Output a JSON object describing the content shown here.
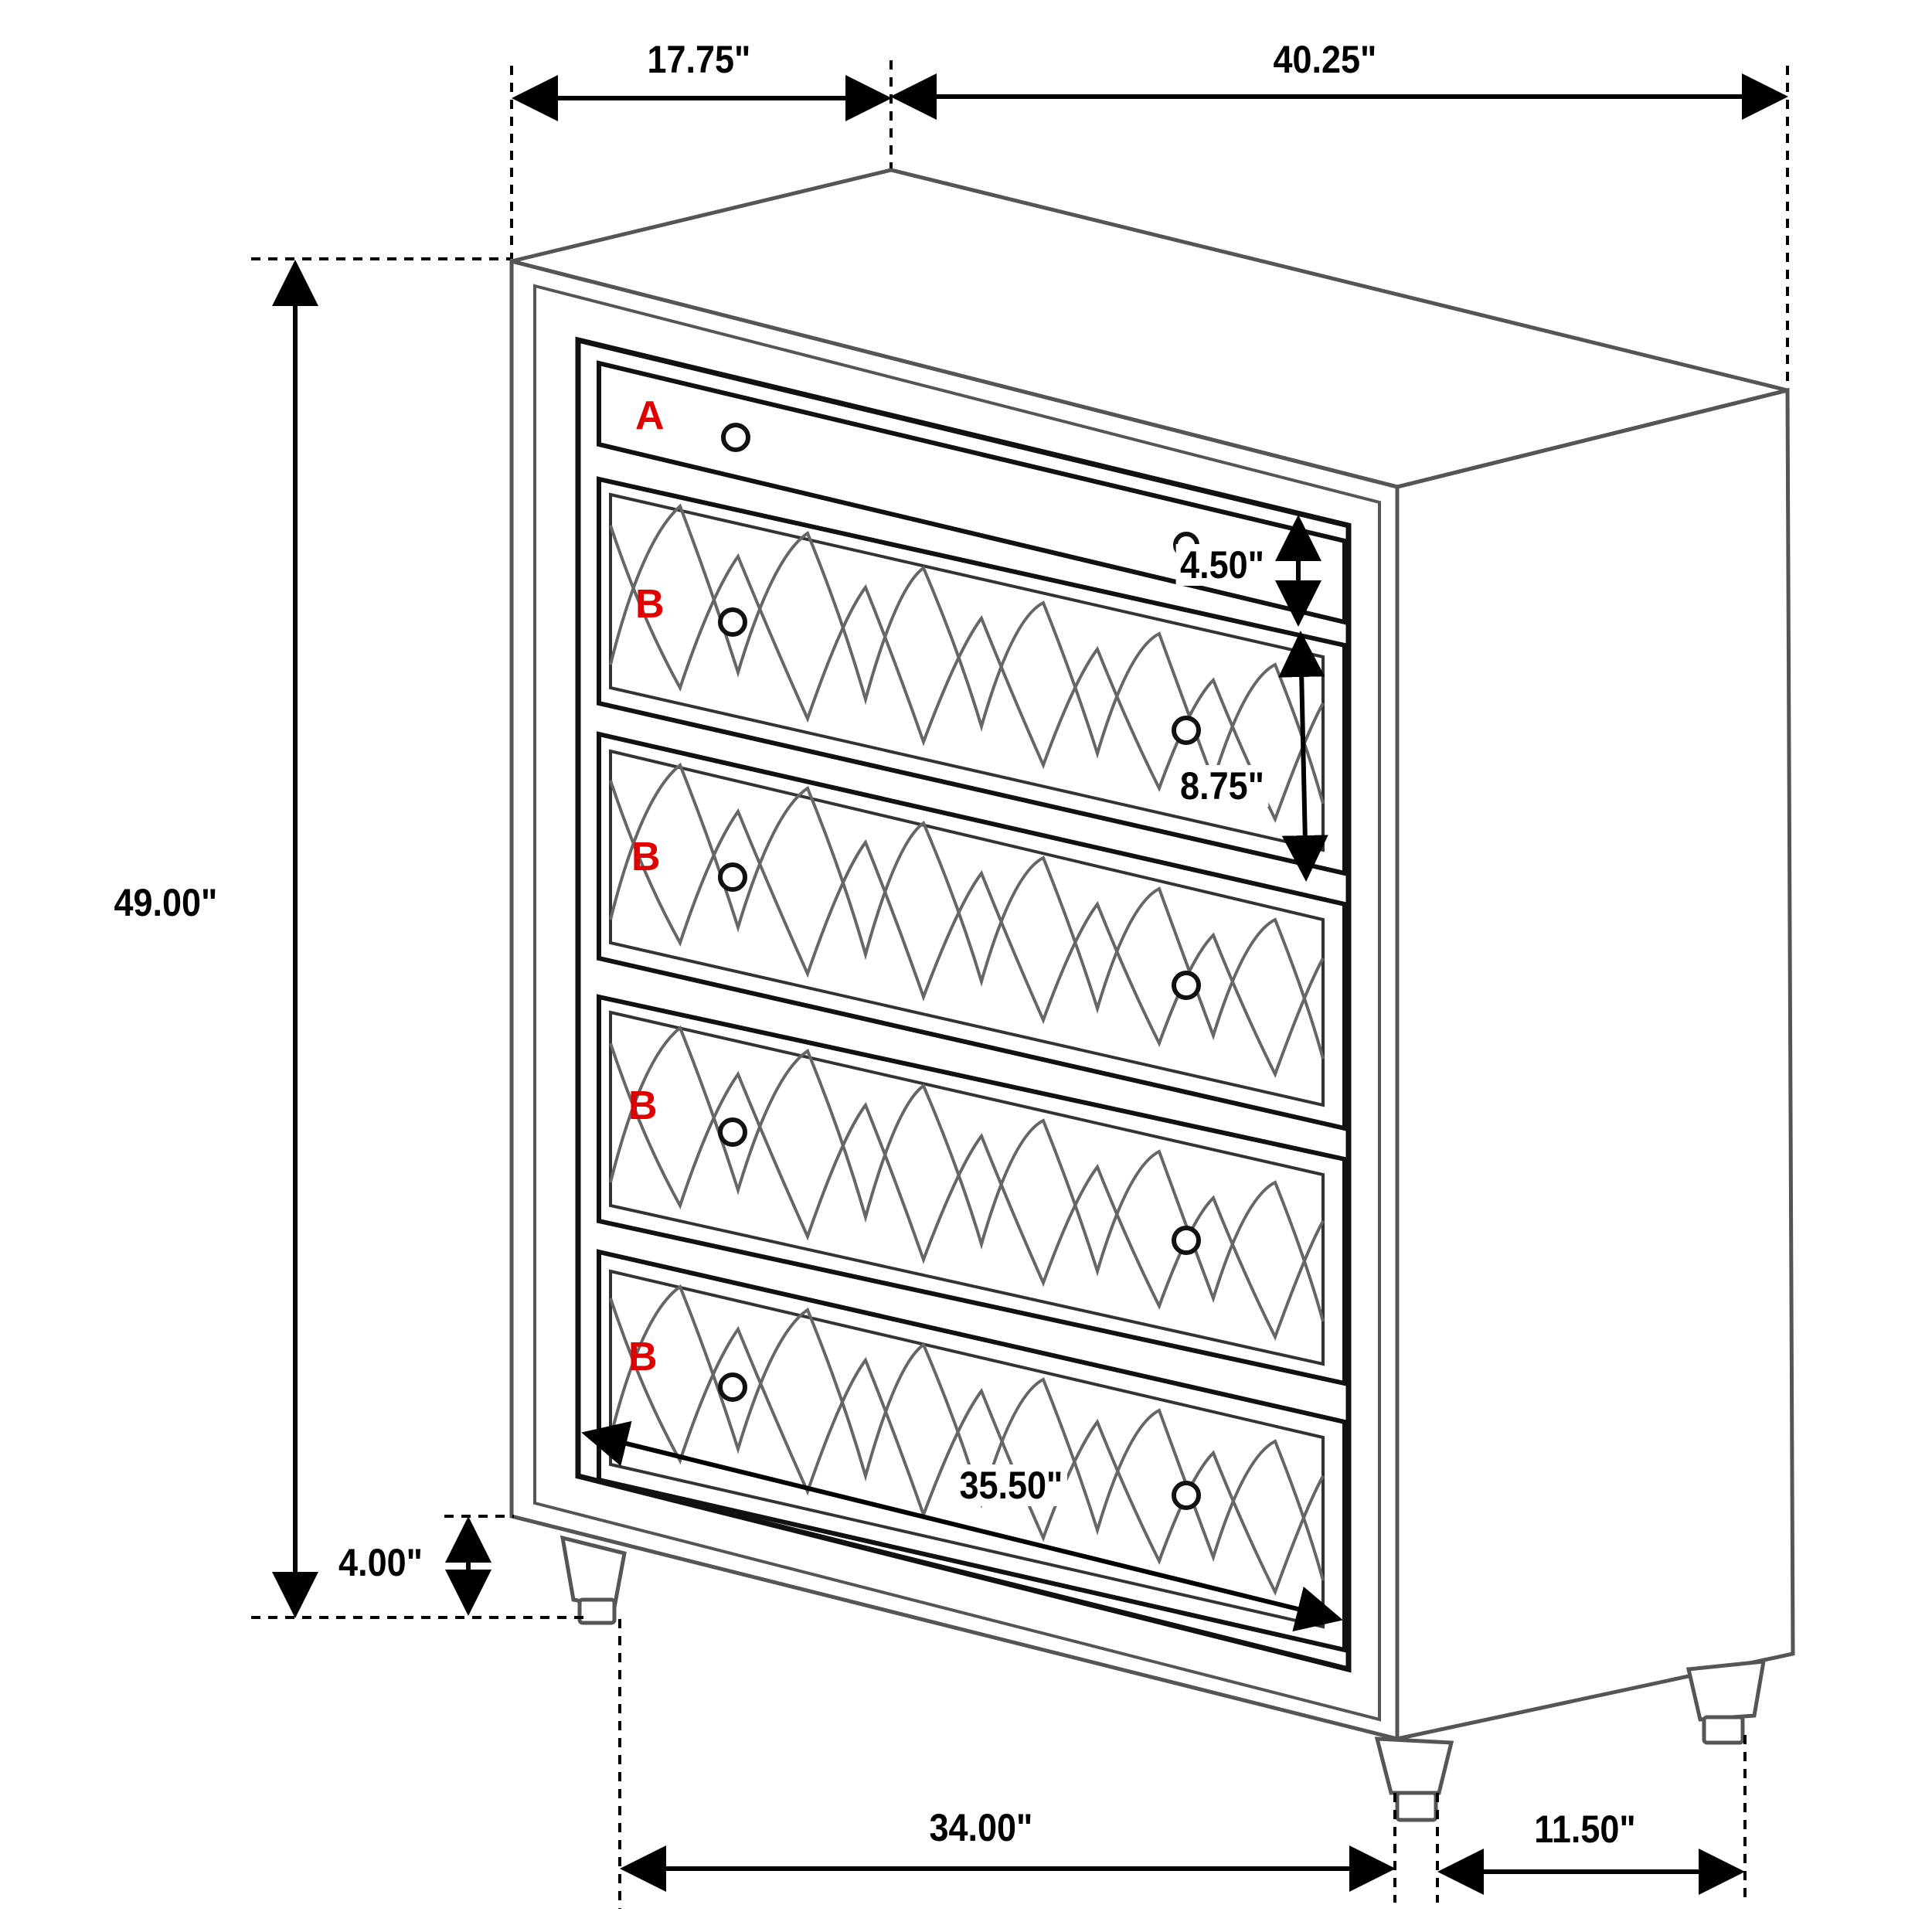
{
  "diagram": {
    "subject": "Five-drawer chest with diamond tufted drawer fronts",
    "colors": {
      "line": "#000000",
      "drawer_label": "#e00000",
      "background": "#ffffff"
    },
    "dimensions": {
      "depth_top": "17.75\"",
      "width_top": "40.25\"",
      "height_total": "49.00\"",
      "leg_height": "4.00\"",
      "drawer_a_height": "4.50\"",
      "drawer_b_height": "8.75\"",
      "drawer_width_diagonal": "35.50\"",
      "inner_width_bottom": "34.00\"",
      "inner_depth_bottom": "11.50\""
    },
    "drawers": [
      {
        "label": "A"
      },
      {
        "label": "B"
      },
      {
        "label": "B"
      },
      {
        "label": "B"
      },
      {
        "label": "B"
      }
    ]
  }
}
